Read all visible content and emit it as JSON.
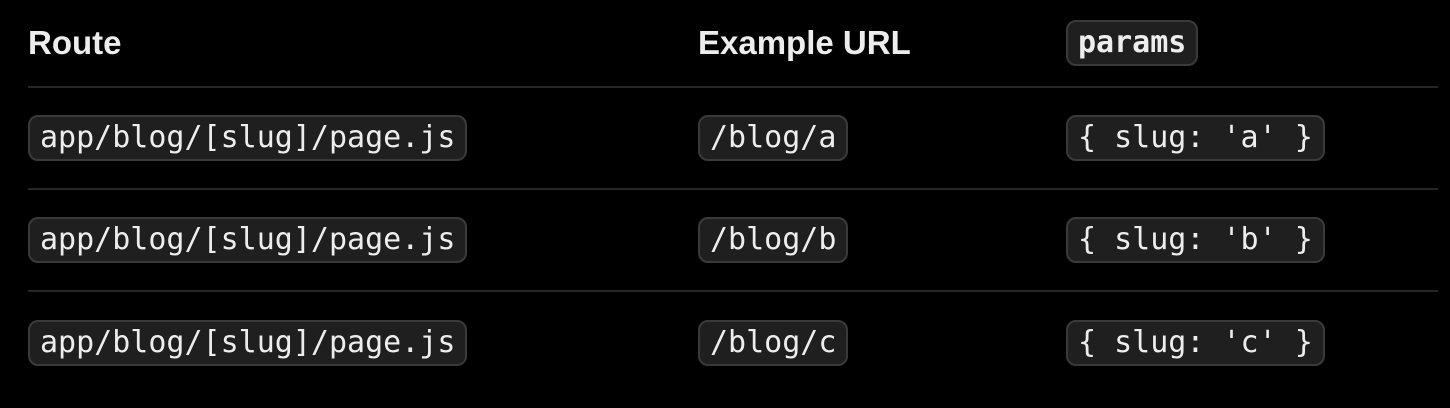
{
  "table": {
    "headers": {
      "route": "Route",
      "example_url": "Example URL",
      "params": "params"
    },
    "rows": [
      {
        "route": "app/blog/[slug]/page.js",
        "url": "/blog/a",
        "params": "{ slug: 'a' }"
      },
      {
        "route": "app/blog/[slug]/page.js",
        "url": "/blog/b",
        "params": "{ slug: 'b' }"
      },
      {
        "route": "app/blog/[slug]/page.js",
        "url": "/blog/c",
        "params": "{ slug: 'c' }"
      }
    ]
  },
  "colors": {
    "background": "#000000",
    "text": "#ededed",
    "code_background": "#1f1f1f",
    "code_border": "#3a3a3a",
    "divider": "#262626"
  }
}
